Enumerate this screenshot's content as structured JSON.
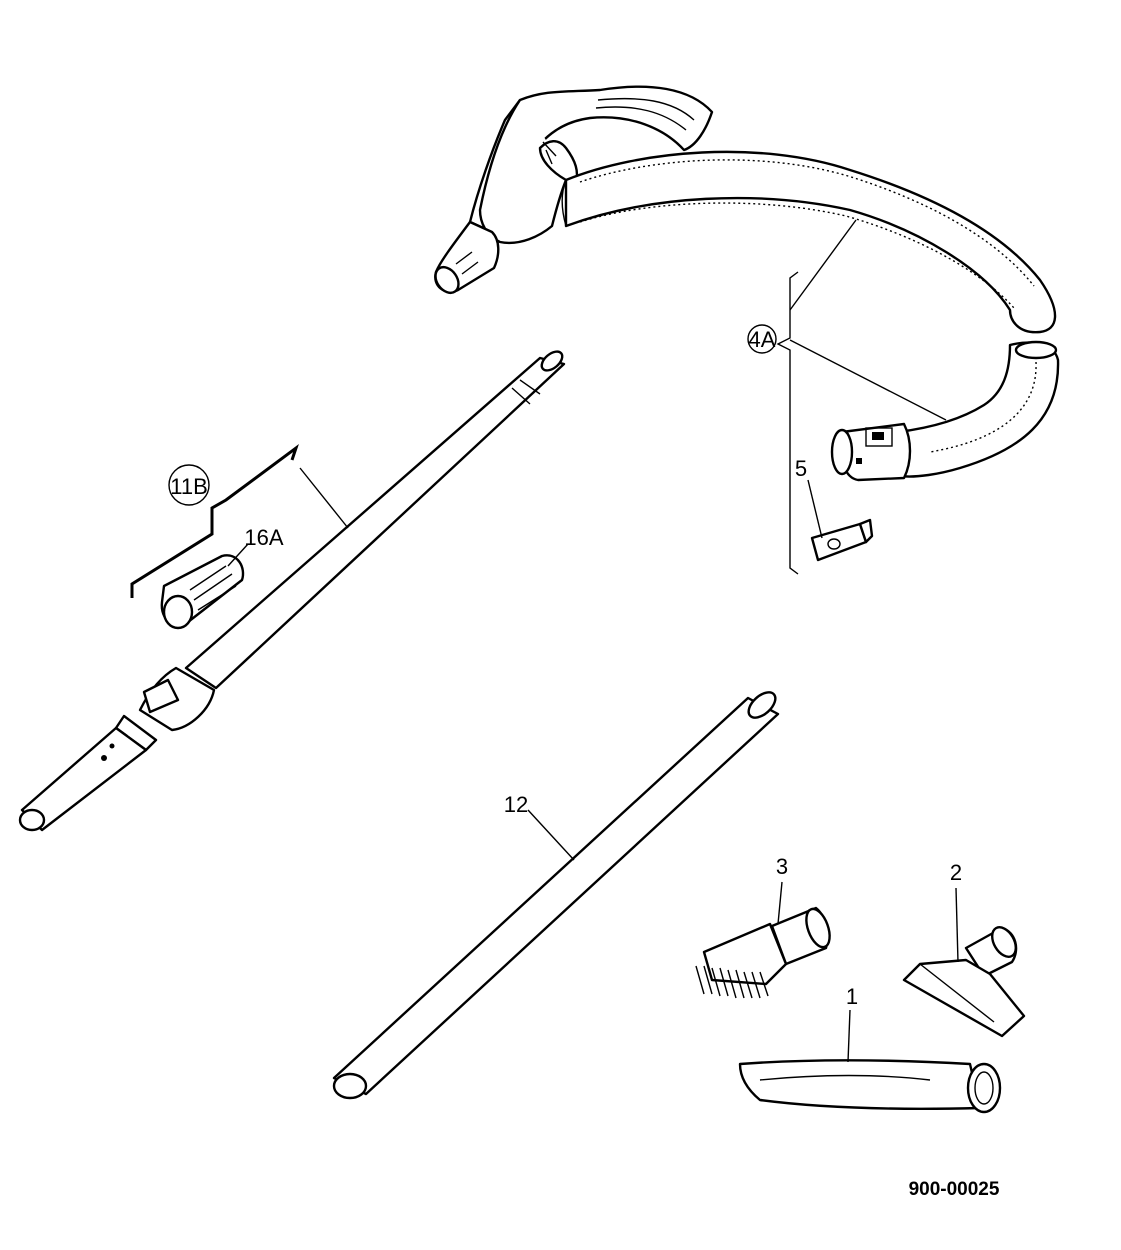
{
  "diagram_id": "900-00025",
  "callouts": {
    "hose_assembly": "4A",
    "hose_clip": "5",
    "wand_assembly": "11B",
    "wand_bushing": "16A",
    "straight_wand": "12",
    "dusting_brush": "3",
    "upholstery_tool": "2",
    "crevice_tool": "1"
  }
}
